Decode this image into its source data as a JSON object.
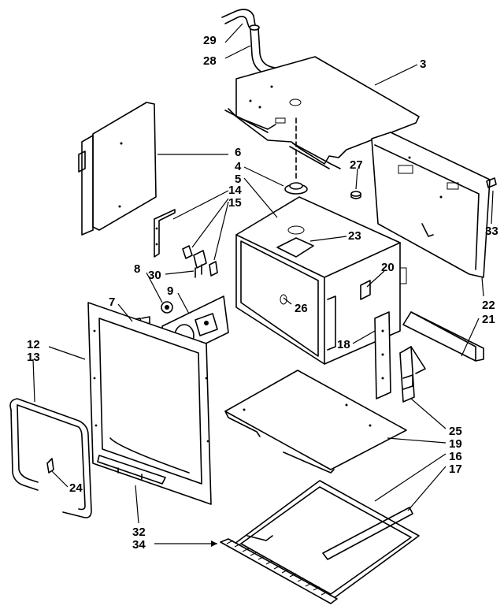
{
  "callouts": [
    {
      "id": "29",
      "text": "29"
    },
    {
      "id": "28",
      "text": "28"
    },
    {
      "id": "3",
      "text": "3"
    },
    {
      "id": "6",
      "text": "6"
    },
    {
      "id": "4",
      "text": "4"
    },
    {
      "id": "5",
      "text": "5"
    },
    {
      "id": "27",
      "text": "27"
    },
    {
      "id": "14",
      "text": "14"
    },
    {
      "id": "15",
      "text": "15"
    },
    {
      "id": "33",
      "text": "33"
    },
    {
      "id": "23",
      "text": "23"
    },
    {
      "id": "8",
      "text": "8"
    },
    {
      "id": "30",
      "text": "30"
    },
    {
      "id": "20",
      "text": "20"
    },
    {
      "id": "9",
      "text": "9"
    },
    {
      "id": "7",
      "text": "7"
    },
    {
      "id": "22",
      "text": "22"
    },
    {
      "id": "21",
      "text": "21"
    },
    {
      "id": "26",
      "text": "26"
    },
    {
      "id": "12",
      "text": "12"
    },
    {
      "id": "13",
      "text": "13"
    },
    {
      "id": "18",
      "text": "18"
    },
    {
      "id": "25",
      "text": "25"
    },
    {
      "id": "19",
      "text": "19"
    },
    {
      "id": "16",
      "text": "16"
    },
    {
      "id": "17",
      "text": "17"
    },
    {
      "id": "24",
      "text": "24"
    },
    {
      "id": "32",
      "text": "32"
    },
    {
      "id": "34",
      "text": "34"
    }
  ]
}
